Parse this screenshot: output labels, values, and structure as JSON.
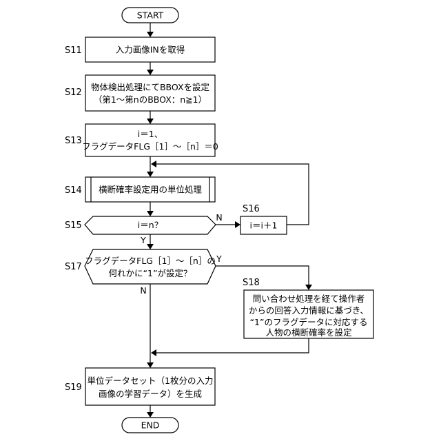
{
  "nodes": {
    "start": "START",
    "s11": "入力画像INを取得",
    "s12_l1": "物体検出処理にてBBOXを設定",
    "s12_l2": "（第1～第nのBBOX：n≧1）",
    "s13_l1": "i＝1、",
    "s13_l2": "フラグデータFLG［1］～［n］＝0",
    "s14": "横断確率設定用の単位処理",
    "s15": "i＝n？",
    "s16": "i＝i＋1",
    "s17_l1": "フラグデータFLG［1］～［n］の",
    "s17_l2": "何れかに“1”が設定？",
    "s18_l1": "問い合わせ処理を経て操作者",
    "s18_l2": "からの回答入力情報に基づき、",
    "s18_l3": "“1”のフラグデータに対応する",
    "s18_l4": "人物の横断確率を設定",
    "s19_l1": "単位データセット（1枚分の入力",
    "s19_l2": "画像の学習データ）を生成",
    "end": "END"
  },
  "step_labels": {
    "s11": "S11",
    "s12": "S12",
    "s13": "S13",
    "s14": "S14",
    "s15": "S15",
    "s16": "S16",
    "s17": "S17",
    "s18": "S18",
    "s19": "S19"
  },
  "branch_labels": {
    "s15_no": "N",
    "s15_yes": "Y",
    "s17_yes": "Y",
    "s17_no": "N"
  }
}
